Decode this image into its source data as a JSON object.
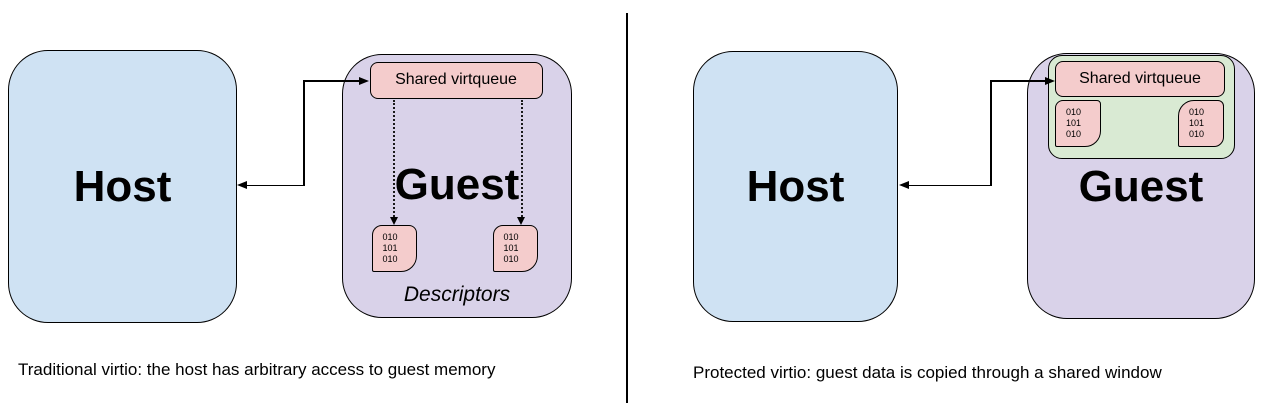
{
  "colors": {
    "host_fill": "#cfe2f3",
    "guest_fill": "#d9d2e9",
    "virtqueue_fill": "#f4cccc",
    "shared_window_fill": "#d9ead3",
    "line": "#000000"
  },
  "left": {
    "host_label": "Host",
    "guest_label": "Guest",
    "virtqueue_label": "Shared virtqueue",
    "descriptor_bits": "010\n101\n010",
    "descriptors_label": "Descriptors",
    "caption": "Traditional virtio: the host has arbitrary access to guest memory"
  },
  "right": {
    "host_label": "Host",
    "guest_label": "Guest",
    "virtqueue_label": "Shared virtqueue",
    "descriptor_bits": "010\n101\n010",
    "caption": "Protected virtio: guest data is copied through a shared window"
  }
}
